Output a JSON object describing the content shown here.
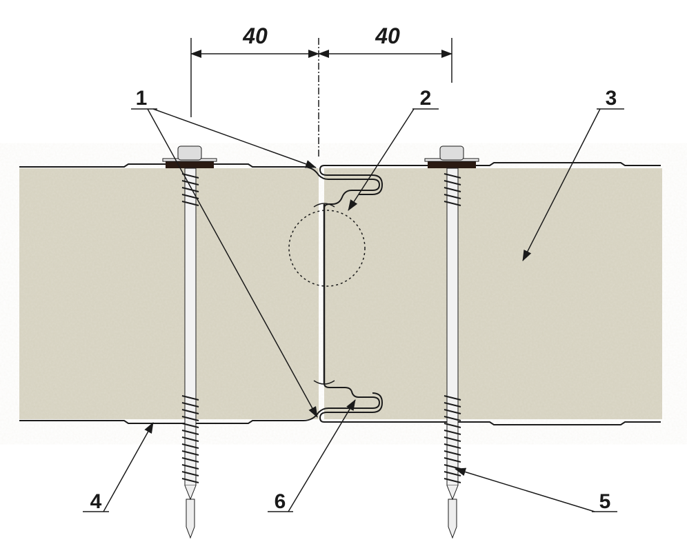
{
  "dimensions": {
    "left": "40",
    "right": "40"
  },
  "callouts": {
    "c1": "1",
    "c2": "2",
    "c3": "3",
    "c4": "4",
    "c5": "5",
    "c6": "6"
  },
  "colors": {
    "foam": "#d5d1bf",
    "line": "#1a1a1a",
    "seal": "#2a1a12"
  }
}
